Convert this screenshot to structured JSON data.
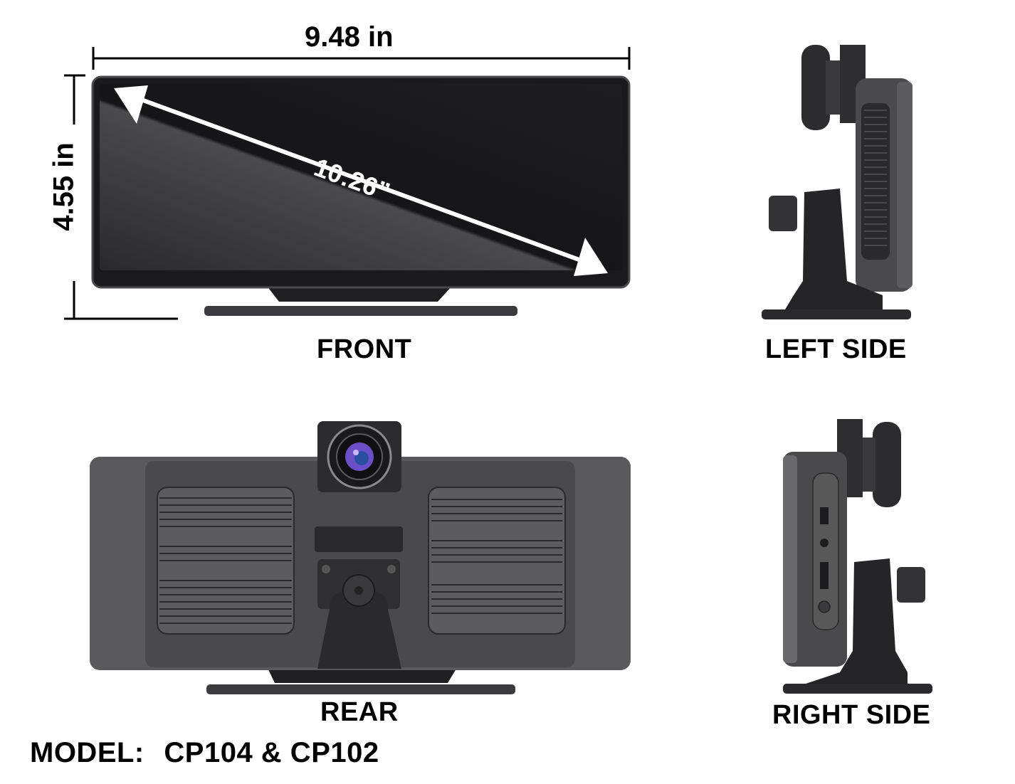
{
  "diagram": {
    "title": "Product dimension diagram",
    "dimensions": {
      "width": "9.48 in",
      "height": "4.55 in",
      "diagonal": "10:26”"
    },
    "views": [
      {
        "id": "front",
        "label": "FRONT"
      },
      {
        "id": "left_side",
        "label": "LEFT SIDE"
      },
      {
        "id": "rear",
        "label": "REAR"
      },
      {
        "id": "right_side",
        "label": "RIGHT SIDE"
      }
    ],
    "model": {
      "label": "MODEL:",
      "value": "CP104 & CP102"
    },
    "colors": {
      "background": "#ffffff",
      "device_dark": "#1c1c1e",
      "device_mid": "#3a3a3c",
      "device_light": "#5a5a5c",
      "annotation": "#ffffff",
      "text": "#000000",
      "lens_accent": "#6a4fc9"
    }
  }
}
